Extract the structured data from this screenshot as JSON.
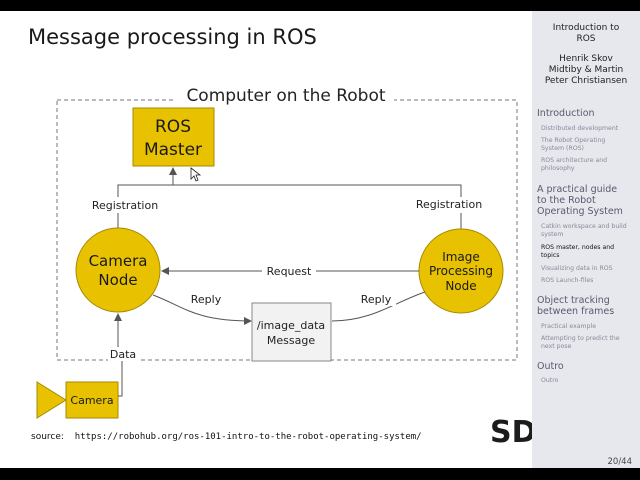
{
  "slide": {
    "title": "Message processing in ROS",
    "source_label": "source:",
    "source_url": "https://robohub.org/ros-101-intro-to-the-robot-operating-system/",
    "page": "20/44"
  },
  "diagram": {
    "computer_label": "Computer on the Robot",
    "ros_master": [
      "ROS",
      "Master"
    ],
    "camera_node": [
      "Camera",
      "Node"
    ],
    "image_node": [
      "Image",
      "Processing",
      "Node"
    ],
    "message_box": [
      "/image_data",
      "Message"
    ],
    "camera": "Camera",
    "registration_left": "Registration",
    "registration_right": "Registration",
    "request": "Request",
    "reply_left": "Reply",
    "reply_right": "Reply",
    "data": "Data",
    "node_fill": "#e8c200",
    "node_stroke": "#a58a00"
  },
  "logo": {
    "text": "SDU",
    "color": "#1c1c1c"
  },
  "sidebar": {
    "header": [
      "Introduction to",
      "ROS"
    ],
    "authors": [
      "Henrik Skov",
      "Midtiby & Martin",
      "Peter Christiansen"
    ],
    "sections": [
      {
        "title": [
          "Introduction"
        ],
        "items": [
          [
            "Distributed development"
          ],
          [
            "The Robot Operating",
            "System (ROS)"
          ],
          [
            "ROS architecture and",
            "philosophy"
          ]
        ]
      },
      {
        "title": [
          "A practical guide",
          "to the Robot",
          "Operating System"
        ],
        "items": [
          [
            "Catkin workspace and build",
            "system"
          ],
          [
            "ROS master, nodes and",
            "topics"
          ],
          [
            "Visualizing data in ROS"
          ],
          [
            "ROS Launch-files"
          ]
        ]
      },
      {
        "title": [
          "Object tracking",
          "between frames"
        ],
        "items": [
          [
            "Practical example"
          ],
          [
            "Attempting to predict the",
            "next pose"
          ]
        ]
      },
      {
        "title": [
          "Outro"
        ],
        "items": [
          [
            "Outro"
          ]
        ]
      }
    ]
  }
}
